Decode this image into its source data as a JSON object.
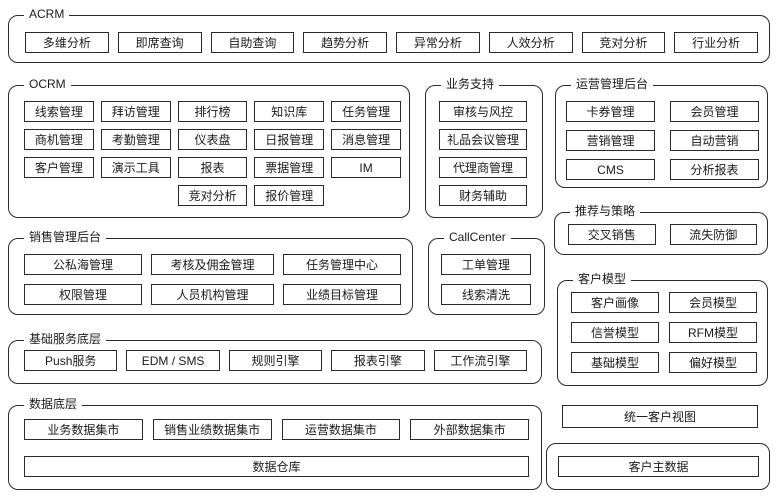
{
  "acrm": {
    "title": "ACRM",
    "items": [
      "多维分析",
      "即席查询",
      "自助查询",
      "趋势分析",
      "异常分析",
      "人效分析",
      "竞对分析",
      "行业分析"
    ]
  },
  "ocrm": {
    "title": "OCRM",
    "items": [
      "线索管理",
      "拜访管理",
      "排行榜",
      "知识库",
      "任务管理",
      "商机管理",
      "考勤管理",
      "仪表盘",
      "日报管理",
      "消息管理",
      "客户管理",
      "演示工具",
      "报表",
      "票据管理",
      "IM",
      "竞对分析",
      "报价管理"
    ]
  },
  "biz_support": {
    "title": "业务支持",
    "items": [
      "审核与风控",
      "礼品会议管理",
      "代理商管理",
      "财务辅助"
    ]
  },
  "ops_admin": {
    "title": "运营管理后台",
    "items": [
      "卡券管理",
      "会员管理",
      "营销管理",
      "自动营销",
      "CMS",
      "分析报表"
    ]
  },
  "recommend": {
    "title": "推荐与策略",
    "items": [
      "交叉销售",
      "流失防御"
    ]
  },
  "sales_admin": {
    "title": "销售管理后台",
    "items": [
      "公私海管理",
      "考核及佣金管理",
      "任务管理中心",
      "权限管理",
      "人员机构管理",
      "业绩目标管理"
    ]
  },
  "callcenter": {
    "title": "CallCenter",
    "items": [
      "工单管理",
      "线索清洗"
    ]
  },
  "customer_model": {
    "title": "客户模型",
    "items": [
      "客户画像",
      "会员模型",
      "信誉模型",
      "RFM模型",
      "基础模型",
      "偏好模型"
    ]
  },
  "base_service": {
    "title": "基础服务底层",
    "items": [
      "Push服务",
      "EDM / SMS",
      "规则引擎",
      "报表引擎",
      "工作流引擎"
    ]
  },
  "data_layer": {
    "title": "数据底层",
    "marts": [
      "业务数据集市",
      "销售业绩数据集市",
      "运营数据集市",
      "外部数据集市"
    ],
    "warehouse": "数据仓库"
  },
  "standalone": {
    "unified_view": "统一客户视图",
    "master_data": "客户主数据"
  },
  "colors": {
    "line": "#2b2b2b",
    "background": "#ffffff",
    "text": "#1a1a1a"
  }
}
